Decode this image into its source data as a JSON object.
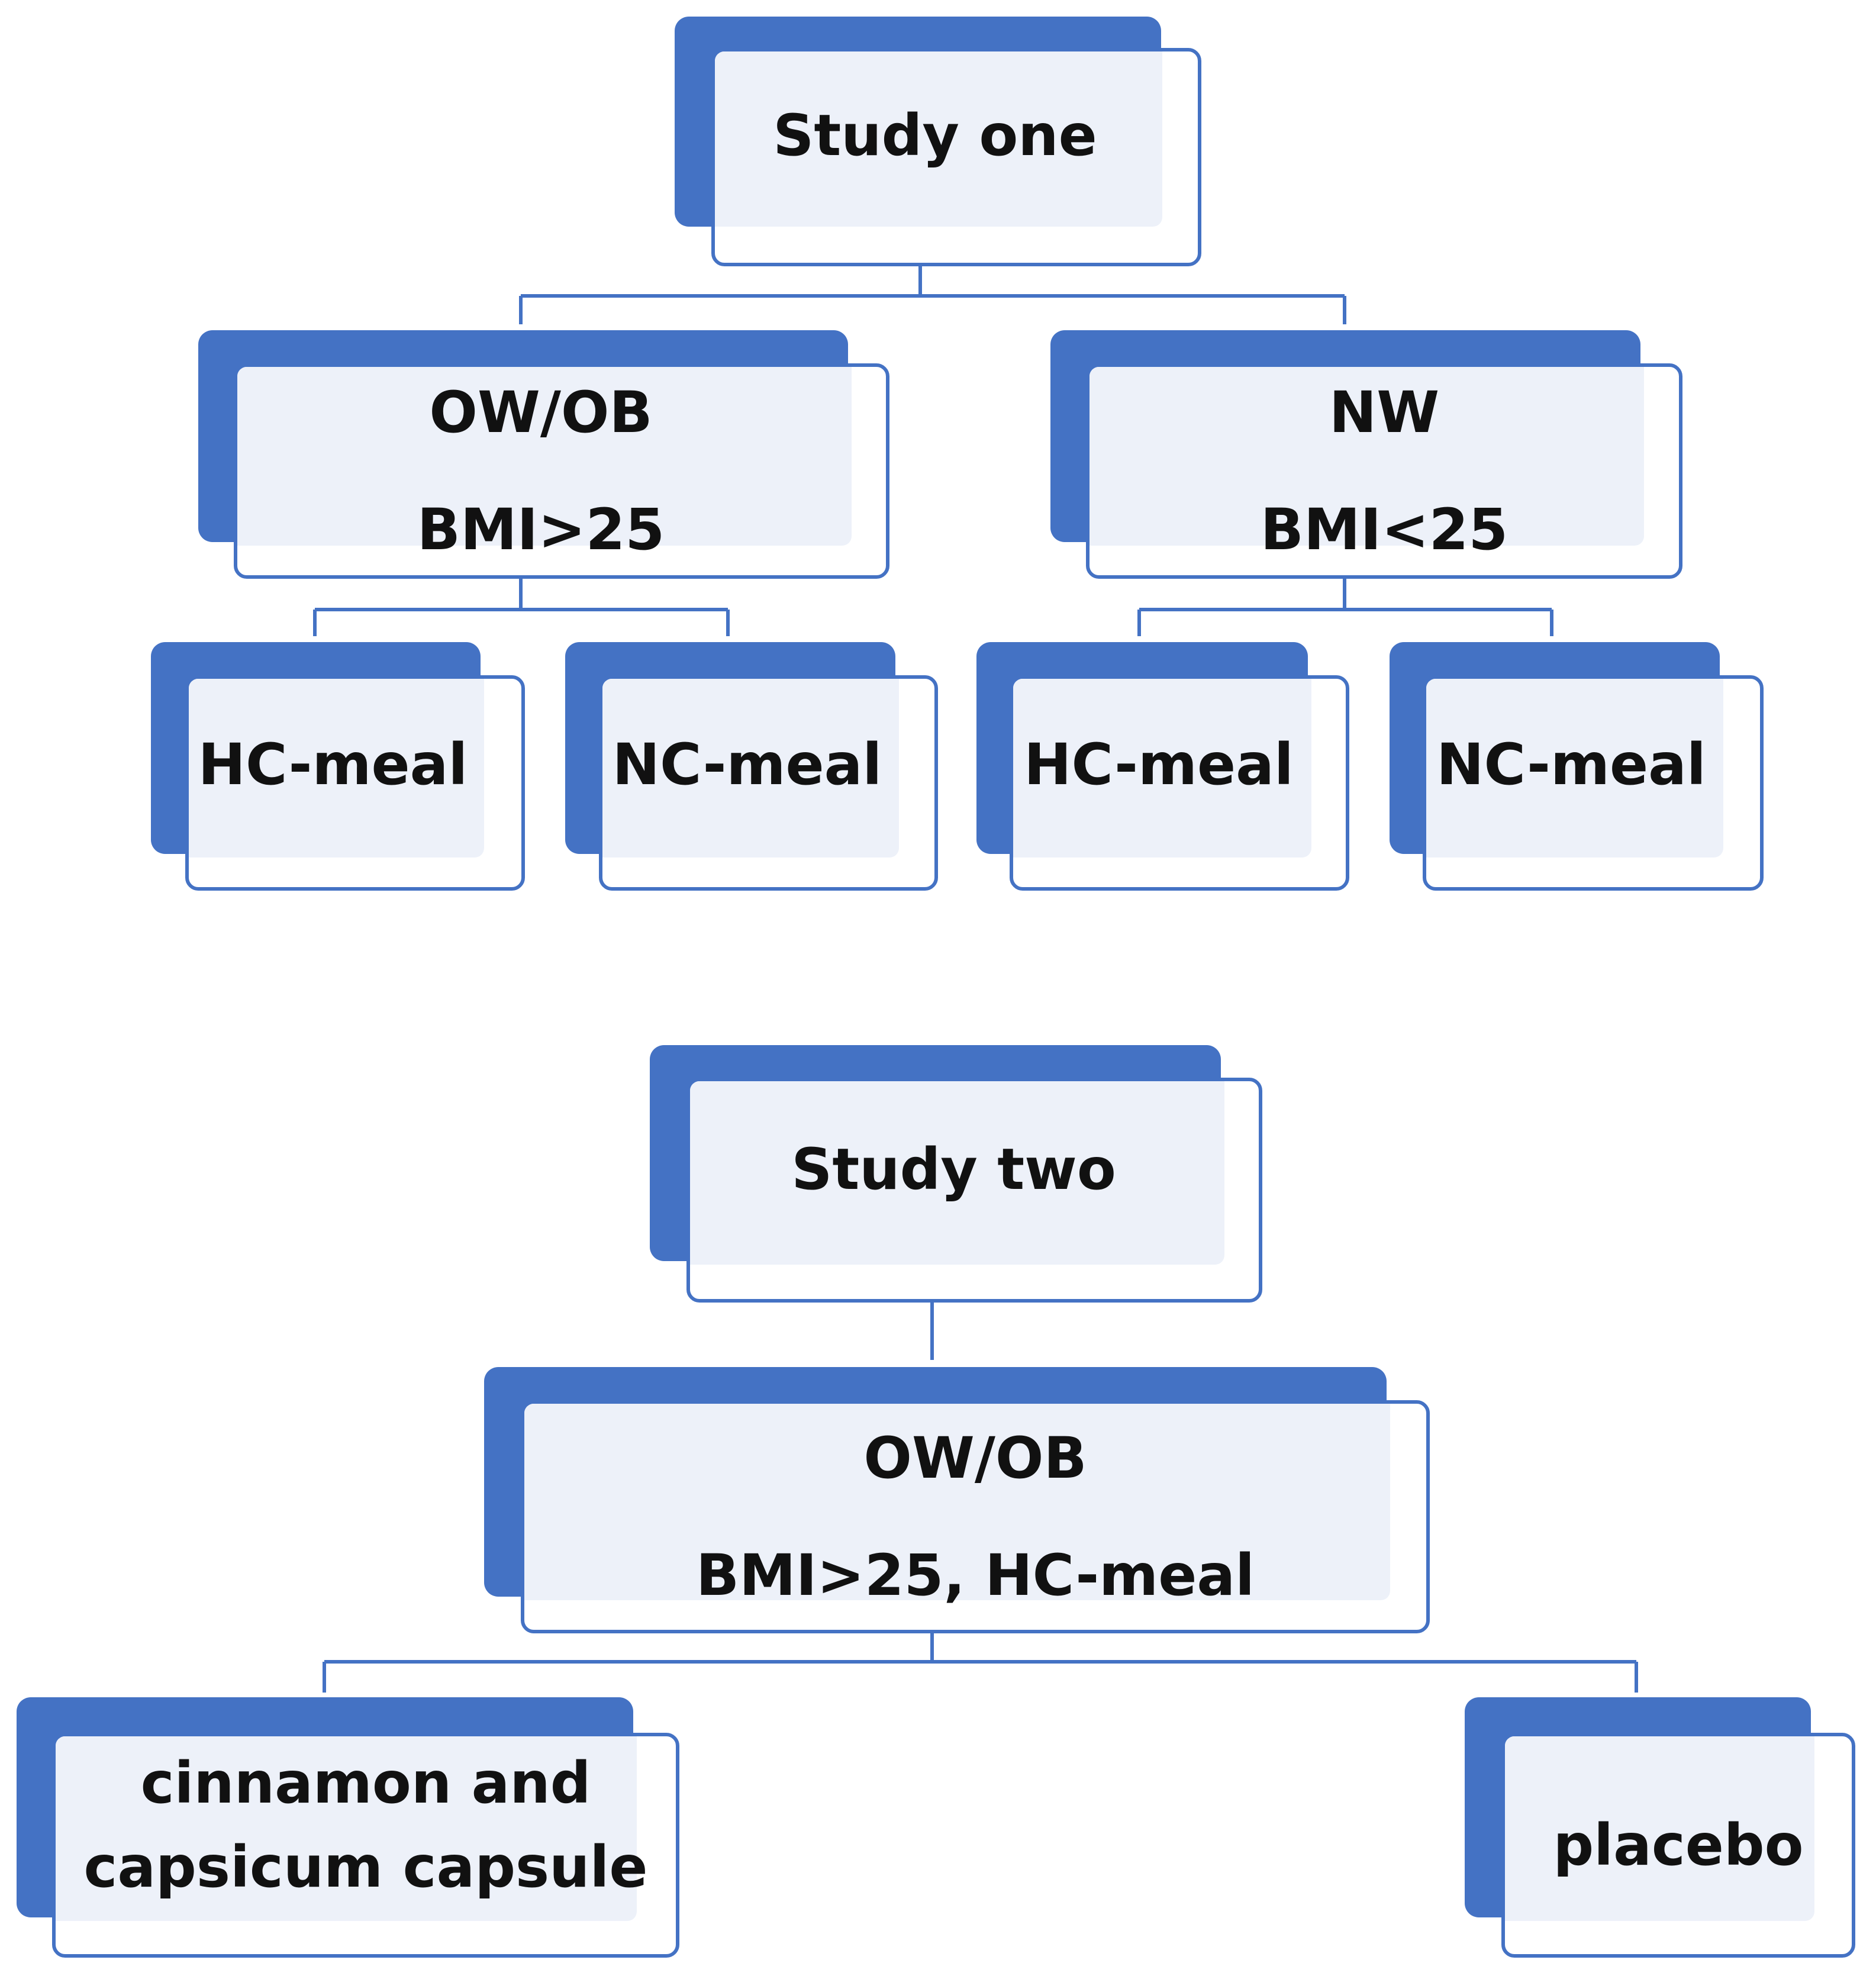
{
  "colors": {
    "accent": "#4472c4",
    "box_fill": "#edf1f9",
    "box_bg": "#ffffff",
    "connector": "#4472c4",
    "text": "#111111"
  },
  "study_one": {
    "title": "Study one",
    "group_ow_ob": {
      "line1": "OW/OB",
      "line2": "BMI>25"
    },
    "group_nw": {
      "line1": "NW",
      "line2": "BMI<25"
    },
    "ow_ob_hc_meal": "HC-meal",
    "ow_ob_nc_meal": "NC-meal",
    "nw_hc_meal": "HC-meal",
    "nw_nc_meal": "NC-meal"
  },
  "study_two": {
    "title": "Study two",
    "group_ow_ob": {
      "line1": "OW/OB",
      "line2": "BMI>25, HC-meal"
    },
    "arm_treatment": {
      "line1": "cinnamon and",
      "line2": "capsicum capsule"
    },
    "arm_placebo": "placebo"
  }
}
